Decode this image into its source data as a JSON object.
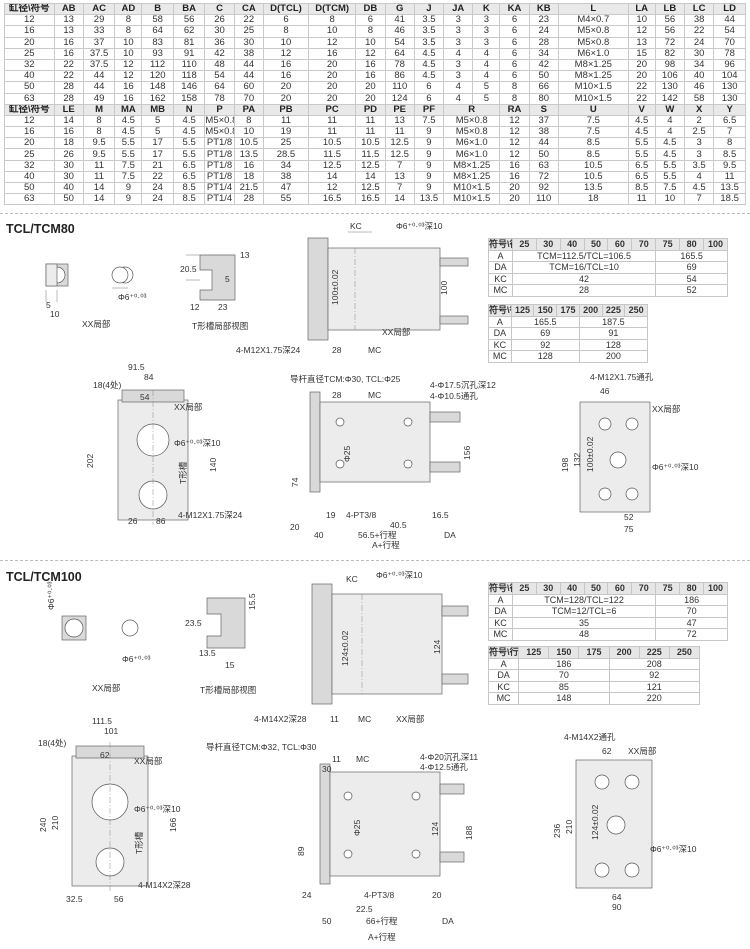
{
  "table1": {
    "header1": [
      "缸径\\符号",
      "AB",
      "AC",
      "AD",
      "B",
      "BA",
      "C",
      "CA",
      "D(TCL)",
      "D(TCM)",
      "DB",
      "G",
      "J",
      "JA",
      "K",
      "KA",
      "KB",
      "L",
      "LA",
      "LB",
      "LC",
      "LD"
    ],
    "rows1": [
      [
        "12",
        "13",
        "29",
        "8",
        "58",
        "56",
        "26",
        "22",
        "6",
        "8",
        "6",
        "41",
        "3.5",
        "3",
        "3",
        "6",
        "23",
        "M4×0.7",
        "10",
        "56",
        "38",
        "44"
      ],
      [
        "16",
        "13",
        "33",
        "8",
        "64",
        "62",
        "30",
        "25",
        "8",
        "10",
        "8",
        "46",
        "3.5",
        "3",
        "3",
        "6",
        "24",
        "M5×0.8",
        "12",
        "56",
        "22",
        "54"
      ],
      [
        "20",
        "16",
        "37",
        "10",
        "83",
        "81",
        "36",
        "30",
        "10",
        "12",
        "10",
        "54",
        "3.5",
        "3",
        "3",
        "6",
        "28",
        "M5×0.8",
        "13",
        "72",
        "24",
        "70"
      ],
      [
        "25",
        "16",
        "37.5",
        "10",
        "93",
        "91",
        "42",
        "38",
        "12",
        "16",
        "12",
        "64",
        "4.5",
        "4",
        "4",
        "6",
        "34",
        "M6×1.0",
        "15",
        "82",
        "30",
        "78"
      ],
      [
        "32",
        "22",
        "37.5",
        "12",
        "112",
        "110",
        "48",
        "44",
        "16",
        "20",
        "16",
        "78",
        "4.5",
        "3",
        "4",
        "6",
        "42",
        "M8×1.25",
        "20",
        "98",
        "34",
        "96"
      ],
      [
        "40",
        "22",
        "44",
        "12",
        "120",
        "118",
        "54",
        "44",
        "16",
        "20",
        "16",
        "86",
        "4.5",
        "3",
        "4",
        "6",
        "50",
        "M8×1.25",
        "20",
        "106",
        "40",
        "104"
      ],
      [
        "50",
        "28",
        "44",
        "16",
        "148",
        "146",
        "64",
        "60",
        "20",
        "20",
        "20",
        "110",
        "6",
        "4",
        "5",
        "8",
        "66",
        "M10×1.5",
        "22",
        "130",
        "46",
        "130"
      ],
      [
        "63",
        "28",
        "49",
        "16",
        "162",
        "158",
        "78",
        "70",
        "20",
        "20",
        "20",
        "124",
        "6",
        "4",
        "5",
        "8",
        "80",
        "M10×1.5",
        "22",
        "142",
        "58",
        "130"
      ]
    ],
    "header2": [
      "缸径\\符号",
      "LE",
      "M",
      "MA",
      "MB",
      "N",
      "P",
      "PA",
      "PB",
      "PC",
      "PD",
      "PE",
      "PF",
      "R",
      "RA",
      "S",
      "U",
      "V",
      "W",
      "X",
      "Y"
    ],
    "rows2": [
      [
        "12",
        "14",
        "8",
        "4.5",
        "5",
        "4.5",
        "M5×0.8",
        "8",
        "11",
        "11",
        "11",
        "13",
        "7.5",
        "M5×0.8",
        "12",
        "37",
        "7.5",
        "4.5",
        "4",
        "2",
        "6.5"
      ],
      [
        "16",
        "16",
        "8",
        "4.5",
        "5",
        "4.5",
        "M5×0.8",
        "10",
        "19",
        "11",
        "11",
        "11",
        "9",
        "M5×0.8",
        "12",
        "38",
        "7.5",
        "4.5",
        "4",
        "2.5",
        "7"
      ],
      [
        "20",
        "18",
        "9.5",
        "5.5",
        "17",
        "5.5",
        "PT1/8",
        "10.5",
        "25",
        "10.5",
        "10.5",
        "12.5",
        "9",
        "M6×1.0",
        "12",
        "44",
        "8.5",
        "5.5",
        "4.5",
        "3",
        "8"
      ],
      [
        "25",
        "26",
        "9.5",
        "5.5",
        "17",
        "5.5",
        "PT1/8",
        "13.5",
        "28.5",
        "11.5",
        "11.5",
        "12.5",
        "9",
        "M6×1.0",
        "12",
        "50",
        "8.5",
        "5.5",
        "4.5",
        "3",
        "8.5"
      ],
      [
        "32",
        "30",
        "11",
        "7.5",
        "21",
        "6.5",
        "PT1/8",
        "16",
        "34",
        "12.5",
        "12.5",
        "7",
        "9",
        "M8×1.25",
        "16",
        "63",
        "10.5",
        "6.5",
        "5.5",
        "3.5",
        "9.5"
      ],
      [
        "40",
        "30",
        "11",
        "7.5",
        "22",
        "6.5",
        "PT1/8",
        "18",
        "38",
        "14",
        "14",
        "13",
        "9",
        "M8×1.25",
        "16",
        "72",
        "10.5",
        "6.5",
        "5.5",
        "4",
        "11"
      ],
      [
        "50",
        "40",
        "14",
        "9",
        "24",
        "8.5",
        "PT1/4",
        "21.5",
        "47",
        "12",
        "12.5",
        "7",
        "9",
        "M10×1.5",
        "20",
        "92",
        "13.5",
        "8.5",
        "7.5",
        "4.5",
        "13.5"
      ],
      [
        "63",
        "50",
        "14",
        "9",
        "24",
        "8.5",
        "PT1/4",
        "28",
        "55",
        "16.5",
        "16.5",
        "14",
        "13.5",
        "M10×1.5",
        "20",
        "110",
        "18",
        "11",
        "10",
        "7",
        "18.5"
      ]
    ]
  },
  "sec80": {
    "title": "TCL/TCM80",
    "spec_a": {
      "header": [
        "符号\\行程",
        "25",
        "30",
        "40",
        "50",
        "60",
        "70",
        "75",
        "80",
        "100"
      ],
      "rows": [
        [
          "A",
          "TCM=112.5/TCL=106.5",
          "165.5"
        ],
        [
          "DA",
          "TCM=16/TCL=10",
          "69"
        ],
        [
          "KC",
          "42",
          "54"
        ],
        [
          "MC",
          "28",
          "52"
        ]
      ]
    },
    "spec_b": {
      "header": [
        "符号\\行程",
        "125",
        "150",
        "175",
        "200",
        "225",
        "250"
      ],
      "rows": [
        [
          "A",
          "165.5",
          "187.5"
        ],
        [
          "DA",
          "69",
          "91"
        ],
        [
          "KC",
          "92",
          "128"
        ],
        [
          "MC",
          "128",
          "200"
        ]
      ]
    },
    "labels": {
      "phi6": "Φ6",
      "phi6b": "Φ6⁺⁰·⁰³",
      "d5": "5",
      "d10": "10",
      "xx": "XX局部",
      "t_slot": "T形槽局部视图",
      "d205": "20.5",
      "d13": "13",
      "d5b": "5",
      "d12": "12",
      "d23": "23",
      "kc": "KC",
      "phi6deep": "Φ6⁺⁰·⁰³深10",
      "d100": "100",
      "d100tol": "100±0.02",
      "xxp": "XX局部",
      "m12": "4-M12X1.75深24",
      "d28": "28",
      "mc": "MC",
      "w915": "91.5",
      "w84": "84",
      "h18": "18(4处)",
      "h54": "54",
      "h202": "202",
      "h140": "140",
      "tslot": "T形槽",
      "phi6deep2": "Φ6⁺⁰·⁰³深10",
      "m12b": "4-M12X1.75深24",
      "w2686": "26",
      "w86": "86",
      "guide": "导杆直径TCM:Φ30, TCL:Φ25",
      "phi175": "4-Φ17.5沉孔深12",
      "phi105": "4-Φ10.5通孔",
      "phi25": "Φ25",
      "h74": "74",
      "h156": "156",
      "w20": "20",
      "w40": "40",
      "w19": "19",
      "pt38": "4-PT3/8",
      "w405": "40.5",
      "w565": "56.5+行程",
      "w165": "16.5",
      "da": "DA",
      "aplus": "A+行程",
      "m12thru": "4-M12X1.75通孔",
      "w46": "46",
      "h198": "198",
      "h132": "132",
      "h100tol": "100±0.02",
      "phi6deep3": "Φ6⁺⁰·⁰³深10",
      "w52": "52",
      "w75": "75"
    }
  },
  "sec100": {
    "title": "TCL/TCM100",
    "spec_a": {
      "header": [
        "符号\\行程",
        "25",
        "30",
        "40",
        "50",
        "60",
        "70",
        "75",
        "80",
        "100"
      ],
      "rows": [
        [
          "A",
          "TCM=128/TCL=122",
          "186"
        ],
        [
          "DA",
          "TCM=12/TCL=6",
          "70"
        ],
        [
          "KC",
          "35",
          "47"
        ],
        [
          "MC",
          "48",
          "72"
        ]
      ]
    },
    "spec_b": {
      "header": [
        "符号\\行程",
        "125",
        "150",
        "175",
        "200",
        "225",
        "250"
      ],
      "rows": [
        [
          "A",
          "186",
          "208"
        ],
        [
          "DA",
          "70",
          "92"
        ],
        [
          "KC",
          "85",
          "121"
        ],
        [
          "MC",
          "148",
          "220"
        ]
      ]
    },
    "labels": {
      "phi6": "Φ6⁺⁰·⁰³",
      "phi6b": "Φ6⁺⁰·⁰³",
      "xx": "XX局部",
      "t_slot": "T形槽局部视图",
      "d235": "23.5",
      "d155": "15.5",
      "d135": "13.5",
      "d15": "15",
      "kc": "KC",
      "phi6deep": "Φ6⁺⁰·⁰³深10",
      "d124": "124",
      "d124tol": "124±0.02",
      "m14": "4-M14X2深28",
      "d11": "11",
      "mc": "MC",
      "xxp": "XX局部",
      "w1115": "111.5",
      "w101": "101",
      "h18": "18(4处)",
      "h62": "62",
      "h240": "240",
      "h210": "210",
      "h166": "166",
      "tslot": "T形槽",
      "phi6deep2": "Φ6⁺⁰·⁰³深10",
      "m14b": "4-M14X2深28",
      "w325": "32.5",
      "w56": "56",
      "guide": "导杆直径TCM:Φ32, TCL:Φ30",
      "phi20": "4-Φ20沉孔深11",
      "phi125": "4-Φ12.5通孔",
      "phi25": "Φ25",
      "h89": "89",
      "h124": "124",
      "h188": "188",
      "w24": "24",
      "pt38": "4-PT3/8",
      "w225": "22.5",
      "w50": "50",
      "w66": "66+行程",
      "w20": "20",
      "da": "DA",
      "aplus": "A+行程",
      "w11": "11",
      "w30": "30",
      "m14thru": "4-M14X2通孔",
      "w62": "62",
      "xx2": "XX局部",
      "h236": "236",
      "h210b": "210",
      "h124tol": "124±0.02",
      "phi6deep3": "Φ6⁺⁰·⁰³深10",
      "w64": "64",
      "w90": "90"
    }
  }
}
